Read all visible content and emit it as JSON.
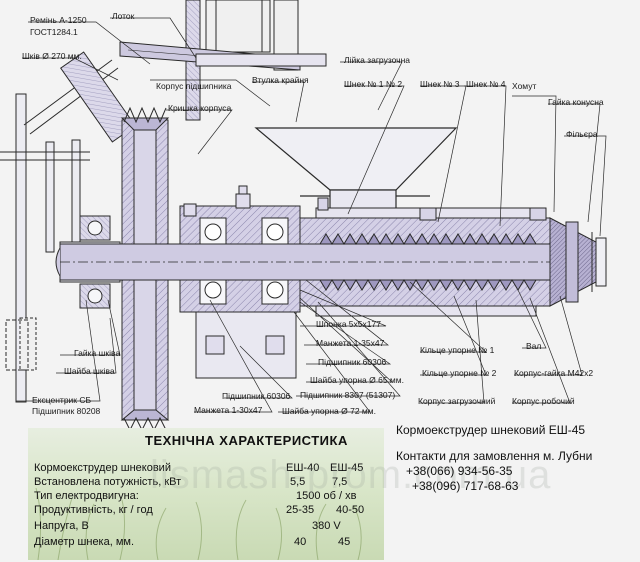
{
  "labels": {
    "belt": "Ремінь А-1250",
    "gost": "ГОСТ1284.1",
    "pulley": "Шків Ø 270 мм.",
    "tray": "Лоток",
    "hopper_funnel": "Лійка загрузочна",
    "bearing_housing": "Корпус підшипника",
    "sleeve": "Втулка крайня",
    "housing_cover": "Кришка корпуса",
    "screw12": "Шнек № 1 № 2",
    "screw3": "Шнек № 3",
    "screw4": "Шнек № 4",
    "clamp": "Хомут",
    "cone_nut": "Гайка конусна",
    "filter": "Фільєра",
    "key": "Шпонка 5х5х177",
    "cuff1": "Манжета 1-35х47",
    "bearing60306_top": "Підшипник 60306",
    "washer65": "Шайба упорна Ø 65 мм.",
    "bearing8307": "Підшипник 8307 (51307)",
    "washer72": "Шайба упорна Ø 72 мм.",
    "cuff2": "Манжета 1-30х47",
    "bearing60306_bottom": "Підшипник 60306",
    "pulley_nut": "Гайка шківа",
    "pulley_washer": "Шайба шківа",
    "eccentric": "Ексцентрик СБ",
    "bearing80208": "Підшипник 80208",
    "ring1": "Кільце упорне № 1",
    "ring2": "Кільце упорне № 2",
    "shaft": "Вал",
    "body_nut": "Корпус-гайка М42х2",
    "loading_body": "Корпус загрузочний",
    "working_body": "Корпус робочий"
  },
  "product": {
    "title": "Кормоекструдер шнековий ЕШ-45",
    "contacts_title": "Контакти для замовлення м. Лубни",
    "phone1": "+38(066) 934-56-35",
    "phone2": "+38(096) 717-68-63"
  },
  "spec": {
    "heading": "ТЕХНІЧНА ХАРАКТЕРИСТИКА",
    "rows": [
      {
        "label": "Кормоекструдер шнековий",
        "v1": "ЕШ-40",
        "v2": "ЕШ-45"
      },
      {
        "label": "Встановлена потужність, кВт",
        "v1": "5,5",
        "v2": "7,5"
      },
      {
        "label": "Тип електродвигуна:",
        "v1": "1500 об / хв",
        "v2": ""
      },
      {
        "label": "Продуктивність, кг / год",
        "v1": "25-35",
        "v2": "40-50"
      },
      {
        "label": "Напруга, В",
        "v1": "380 V",
        "v2": ""
      },
      {
        "label": "Діаметр шнека, мм.",
        "v1": "40",
        "v2": "45"
      }
    ]
  },
  "watermark": "lismash-prom.com.ua",
  "colors": {
    "line": "#2a2a2a",
    "steel": "#c8c3dc",
    "hatch": "#9a94b8",
    "panel": "#d6e4c4"
  }
}
